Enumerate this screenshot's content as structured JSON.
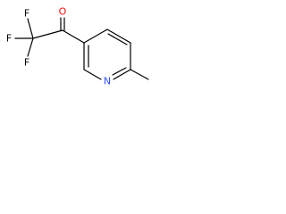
{
  "molecule": {
    "atoms": {
      "f_top": {
        "symbol": "F",
        "color": "#000000"
      },
      "f_left": {
        "symbol": "F",
        "color": "#000000"
      },
      "f_bottom": {
        "symbol": "F",
        "color": "#000000"
      },
      "o": {
        "symbol": "O",
        "color": "#ff0d0d"
      },
      "n": {
        "symbol": "N",
        "color": "#3050f8"
      }
    }
  }
}
